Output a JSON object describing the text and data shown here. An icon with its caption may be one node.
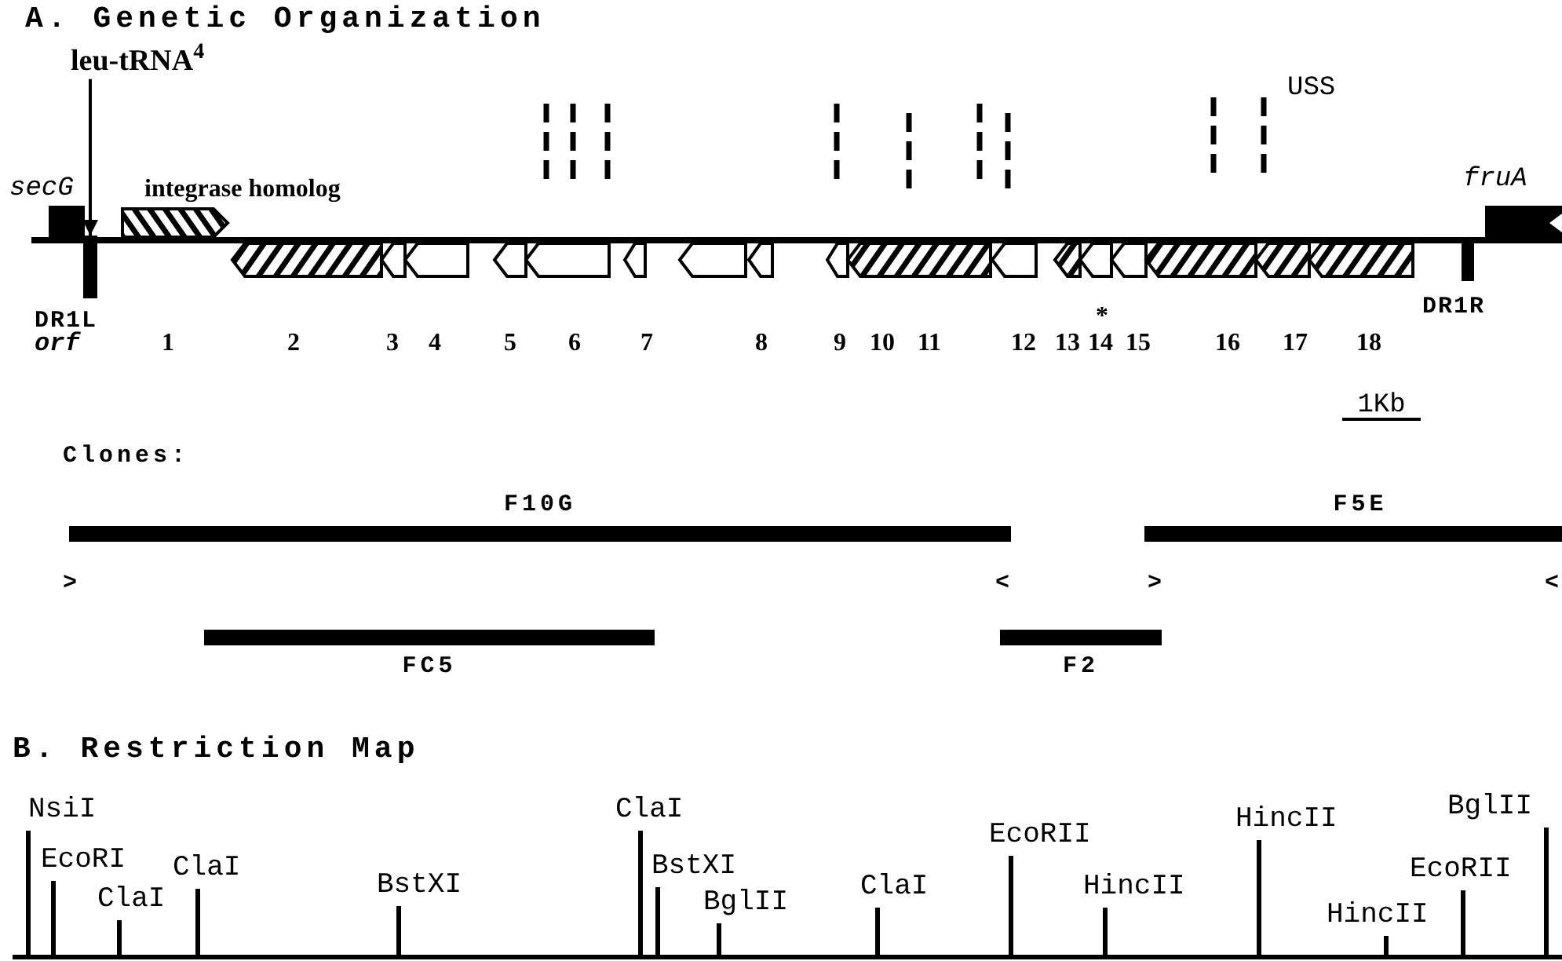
{
  "diagram": {
    "nodes": [
      {
        "text": [
          "leu-tRNA$^{4}$"
        ]
      },
      {
        "text": [],
        "shape": "bar",
        "beside": [
          "DR1L"
        ]
      },
      {
        "text": [
          "F10G"
        ]
      },
      {
        "text": [
          "F5E"
        ]
      },
      {
        "text": [
          "FC5"
        ]
      },
      {
        "text": [
          "F2"
        ]
      }
    ],
    "edges": [
      {
        "from": 0,
        "to": 1,
        "arrow": "to"
      }
    ],
    "labels": [
      "A. Genetic Organization",
      "USS",
      "secG",
      "integrase homolog",
      "fruA",
      "DR1R",
      "orf",
      "1",
      "2",
      "3",
      "4",
      "5",
      "6",
      "7",
      "8",
      "9",
      "10",
      "11",
      "12",
      "13",
      "14",
      "15",
      "16",
      "17",
      "18",
      "*",
      "1Kb",
      "Clones:",
      ">",
      "<",
      ">",
      "<",
      "B. Restriction Map",
      "NsiI",
      "EcoRI",
      "ClaI",
      "ClaI",
      "BstXI",
      "ClaI",
      "BstXI",
      "BglII",
      "ClaI",
      "EcoRII",
      "HincII",
      "HincII",
      "HincII",
      "EcoRII",
      "BglII"
    ]
  }
}
